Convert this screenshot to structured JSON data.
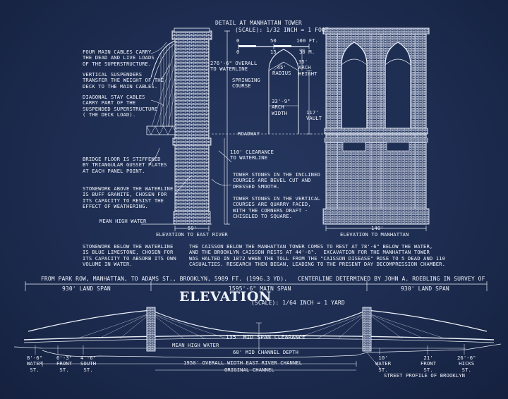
{
  "detail": {
    "title": "DETAIL AT MANHATTAN TOWER",
    "scale": "(SCALE): 1/32 INCH = 1 FOOT",
    "scale_ft": [
      "0",
      "50",
      "100 FT."
    ],
    "scale_m": [
      "0",
      "15",
      "30 M."
    ],
    "overall_waterline": "276'-6\" OVERALL\nTO WATERLINE",
    "springing_course": "SPRINGING\nCOURSE",
    "radius": "45'\nRADIUS",
    "arch_height": "35'\nARCH\nHEIGHT",
    "arch_width": "33'-9\"\nARCH\nWIDTH",
    "vault": "117'\nVAULT",
    "roadway": "ROADWAY",
    "clearance_waterline": "110' CLEARANCE\nTO WATERLINE",
    "notes_left": [
      "FOUR MAIN CABLES CARRY\nTHE DEAD AND LIVE LOADS\nOF THE SUPERSTRUCTURE.",
      "VERTICAL SUSPENDERS\nTRANSFER THE WEIGHT OF THE\nDECK TO THE MAIN CABLES.",
      "DIAGONAL STAY CABLES\nCARRY PART OF THE\nSUSPENDED SUPERSTRUCTURE\n( THE DECK LOAD).",
      "BRIDGE FLOOR IS STIFFENED\nBY TRIANGULAR GUSSET PLATES\nAT EACH PANEL POINT.",
      "STONEWORK ABOVE THE WATERLINE\nIS BUFF GRANITE, CHOSEN FOR\nITS CAPACITY TO RESIST THE\nEFFECT OF WEATHERING."
    ],
    "mean_high_water": "MEAN HIGH WATER",
    "dim_59": "59'",
    "dim_140": "140'",
    "elevation_east": "ELEVATION TO EAST RIVER",
    "elevation_manhattan": "ELEVATION TO MANHATTAN",
    "tower_stones_inclined": "TOWER STONES IN THE INCLINED\nCOURSES ARE BEVEL CUT AND\nDRESSED SMOOTH.",
    "tower_stones_vertical": "TOWER STONES IN THE VERTICAL\nCOURSES ARE QUARRY FACED,\nWITH THE CORNERS DRAFT -\nCHISELED TO SQUARE.",
    "stonework_below": "STONEWORK BELOW THE WATERLINE\nIS BLUE LIMESTONE, CHOSEN FOR\nITS CAPACITY TO ABSORB ITS OWN\nVOLUME IN WATER.",
    "caisson": "THE CAISSON BELOW THE MANHATTAN TOWER COMES TO REST AT 78'-6\" BELOW THE WATER,\nAND THE BROOKLYN CAISSON RESTS AT 44'-6\".  EXCAVATION FOR THE MANHATTAN TOWER\nWAS HALTED IN 1872 WHEN THE TOLL FROM THE \"CAISSON DISEASE\" ROSE TO 5 DEAD AND 110\nCASUALTIES. RESEARCH THEN BEGAN, LEADING TO THE PRESENT DAY DECOMPRESSION CHAMBER."
  },
  "elevation": {
    "from_line": "FROM PARK ROW, MANHATTAN, TO ADAMS ST., BROOKLYN, 5989 FT. (1996.3 YD).",
    "centerline": "CENTERLINE DETERMINED BY JOHN A. ROEBLING IN SURVEY OF",
    "land_span_left": "930' LAND SPAN",
    "main_span": "1595'-6\" MAIN SPAN",
    "land_span_right": "930' LAND SPAN",
    "title": "ELEVATION",
    "scale": "(SCALE): 1/64 INCH = 1 YARD",
    "mid_span_clearance": "135' MID SPAN CLEARANCE",
    "mean_high_water": "MEAN HIGH WATER",
    "mid_channel_depth": "60' MID CHANNEL DEPTH",
    "overall_width": "1950' OVERALL WIDTH EAST RIVER CHANNEL",
    "original_channel": "ORIGINAL CHANNEL",
    "street_profile": "STREET PROFILE OF BROOKLYN",
    "streets": [
      "8'-6\"\nWATER\nST.",
      "6'-3\"\nFRONT\nST.",
      "4'-6\"\nSOUTH\nST.",
      "10'\nWATER\nST.",
      "21'\nFRONT\nST.",
      "26'-6\"\nHICKS\nST."
    ]
  },
  "colors": {
    "background": "#1d2c50",
    "ink": "#eef2fa"
  }
}
